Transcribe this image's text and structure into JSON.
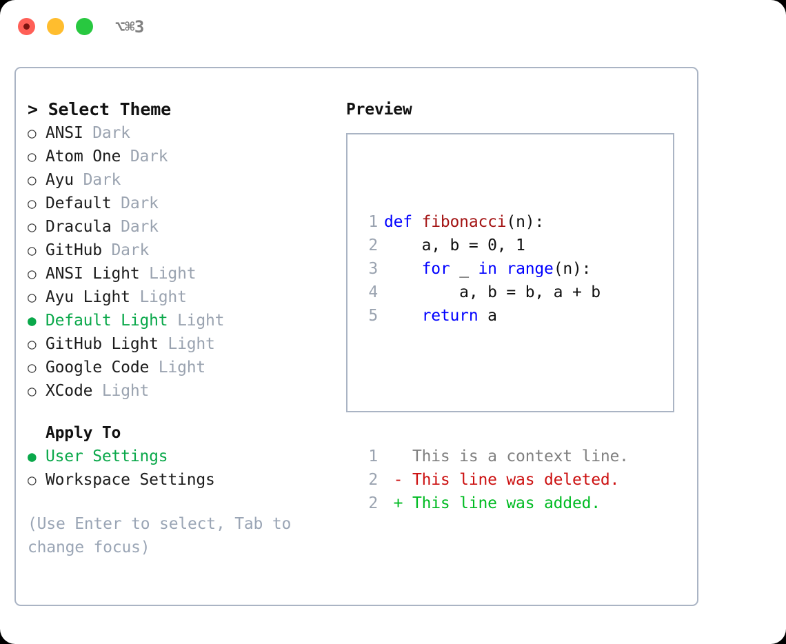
{
  "titlebar": {
    "shortcut": "⌥⌘3",
    "buttons": [
      {
        "name": "close",
        "color": "#ff5f57"
      },
      {
        "name": "minimize",
        "color": "#ffbd2e"
      },
      {
        "name": "zoom",
        "color": "#28c840"
      }
    ]
  },
  "theme_picker": {
    "title": "> Select Theme",
    "marker_selected": "●",
    "marker_unselected": "○",
    "items": [
      {
        "marker": "○",
        "name": "ANSI",
        "kind": "Dark",
        "selected": false
      },
      {
        "marker": "○",
        "name": "Atom One",
        "kind": "Dark",
        "selected": false
      },
      {
        "marker": "○",
        "name": "Ayu",
        "kind": "Dark",
        "selected": false
      },
      {
        "marker": "○",
        "name": "Default",
        "kind": "Dark",
        "selected": false
      },
      {
        "marker": "○",
        "name": "Dracula",
        "kind": "Dark",
        "selected": false
      },
      {
        "marker": "○",
        "name": "GitHub",
        "kind": "Dark",
        "selected": false
      },
      {
        "marker": "○",
        "name": "ANSI Light",
        "kind": "Light",
        "selected": false
      },
      {
        "marker": "○",
        "name": "Ayu Light",
        "kind": "Light",
        "selected": false
      },
      {
        "marker": "●",
        "name": "Default Light",
        "kind": "Light",
        "selected": true
      },
      {
        "marker": "○",
        "name": "GitHub Light",
        "kind": "Light",
        "selected": false
      },
      {
        "marker": "○",
        "name": "Google Code",
        "kind": "Light",
        "selected": false
      },
      {
        "marker": "○",
        "name": "XCode",
        "kind": "Light",
        "selected": false
      }
    ]
  },
  "apply_to": {
    "title": "Apply To",
    "items": [
      {
        "marker": "●",
        "name": "User Settings",
        "selected": true
      },
      {
        "marker": "○",
        "name": "Workspace Settings",
        "selected": false
      }
    ]
  },
  "hint": "(Use Enter to select, Tab to change focus)",
  "preview": {
    "title": "Preview",
    "code_lines": [
      {
        "no": "1",
        "tokens": [
          {
            "t": "def ",
            "c": "kw"
          },
          {
            "t": "fibonacci",
            "c": "fn"
          },
          {
            "t": "(n):",
            "c": "pl"
          }
        ]
      },
      {
        "no": "2",
        "tokens": [
          {
            "t": "    a, b = 0, 1",
            "c": "pl"
          }
        ]
      },
      {
        "no": "3",
        "tokens": [
          {
            "t": "    ",
            "c": "pl"
          },
          {
            "t": "for",
            "c": "kw"
          },
          {
            "t": " _ ",
            "c": "pl"
          },
          {
            "t": "in",
            "c": "kw"
          },
          {
            "t": " ",
            "c": "pl"
          },
          {
            "t": "range",
            "c": "kw"
          },
          {
            "t": "(n):",
            "c": "pl"
          }
        ]
      },
      {
        "no": "4",
        "tokens": [
          {
            "t": "        a, b = b, a + b",
            "c": "pl"
          }
        ]
      },
      {
        "no": "5",
        "tokens": [
          {
            "t": "    ",
            "c": "pl"
          },
          {
            "t": "return",
            "c": "kw"
          },
          {
            "t": " a",
            "c": "pl"
          }
        ]
      }
    ],
    "diff_lines": [
      {
        "no": "1",
        "tokens": [
          {
            "t": "   This is a context line.",
            "c": "ctx"
          }
        ]
      },
      {
        "no": "2",
        "tokens": [
          {
            "t": " - This line was deleted.",
            "c": "del"
          }
        ]
      },
      {
        "no": "2",
        "tokens": [
          {
            "t": " + This line was added.",
            "c": "add"
          }
        ]
      }
    ]
  },
  "colors": {
    "accent_green": "#0aa84a",
    "muted_gray": "#9aa3b0",
    "border": "#aab4c4",
    "keyword_blue": "#0000ff",
    "function_red": "#a41515",
    "diff_add": "#00bb22",
    "diff_del": "#cc1111"
  }
}
